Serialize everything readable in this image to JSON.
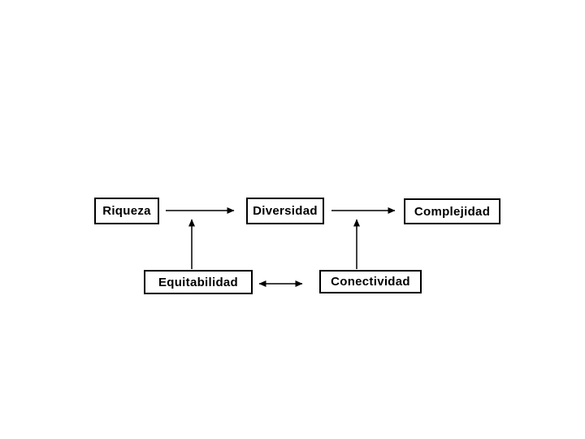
{
  "slide": {
    "background_color": "#ffffff",
    "text_color": "#000000",
    "line_color": "#000000"
  },
  "diagram": {
    "nodes": [
      {
        "id": "riqueza",
        "label": "Riqueza"
      },
      {
        "id": "diversidad",
        "label": "Diversidad"
      },
      {
        "id": "complejidad",
        "label": "Complejidad"
      },
      {
        "id": "equitabilidad",
        "label": "Equitabilidad"
      },
      {
        "id": "conectividad",
        "label": "Conectividad"
      }
    ],
    "edges": [
      {
        "from": "riqueza",
        "to": "diversidad",
        "direction": "one-way-right"
      },
      {
        "from": "diversidad",
        "to": "complejidad",
        "direction": "one-way-right"
      },
      {
        "from": "equitabilidad",
        "to": "riqueza-diversidad-arrow",
        "direction": "one-way-up"
      },
      {
        "from": "conectividad",
        "to": "diversidad-complejidad-arrow",
        "direction": "one-way-up"
      },
      {
        "from": "equitabilidad",
        "to": "conectividad",
        "direction": "two-way"
      }
    ]
  }
}
